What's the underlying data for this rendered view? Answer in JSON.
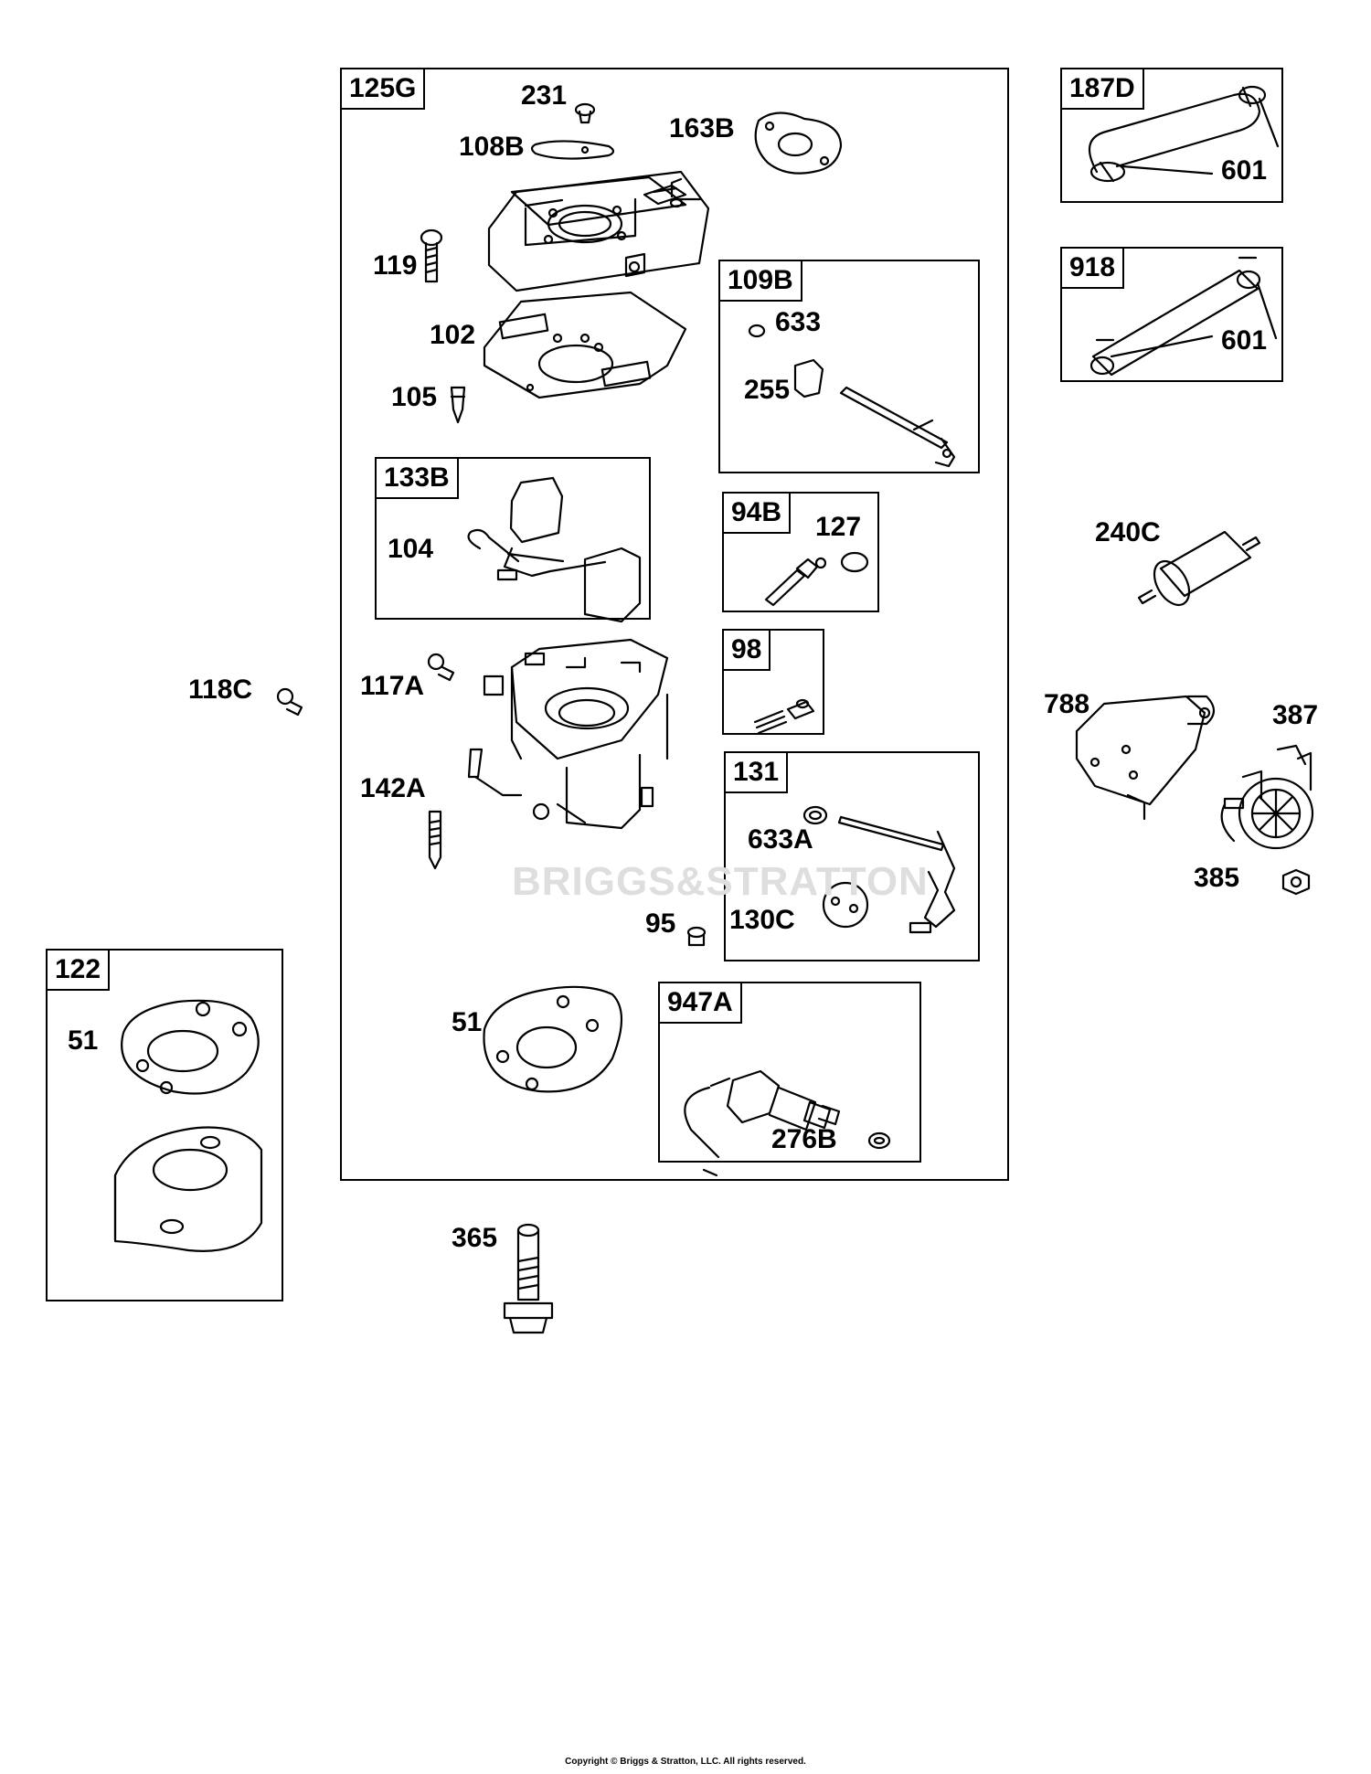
{
  "copyright": "Copyright © Briggs & Stratton, LLC. All rights reserved.",
  "watermark": "BRIGGS&STRATTON",
  "groups": {
    "g125G": "125G",
    "g133B": "133B",
    "g109B": "109B",
    "g94B": "94B",
    "g98": "98",
    "g131": "131",
    "g947A": "947A",
    "g122": "122",
    "g187D": "187D",
    "g918": "918"
  },
  "parts": {
    "p231": "231",
    "p108B": "108B",
    "p163B": "163B",
    "p119": "119",
    "p102": "102",
    "p105": "105",
    "p104": "104",
    "p633": "633",
    "p255": "255",
    "p127": "127",
    "p117A": "117A",
    "p118C": "118C",
    "p142A": "142A",
    "p95": "95",
    "p633A": "633A",
    "p130C": "130C",
    "p51a": "51",
    "p51b": "51",
    "p276B": "276B",
    "p365": "365",
    "p601a": "601",
    "p601b": "601",
    "p240C": "240C",
    "p788": "788",
    "p387": "387",
    "p385": "385"
  }
}
